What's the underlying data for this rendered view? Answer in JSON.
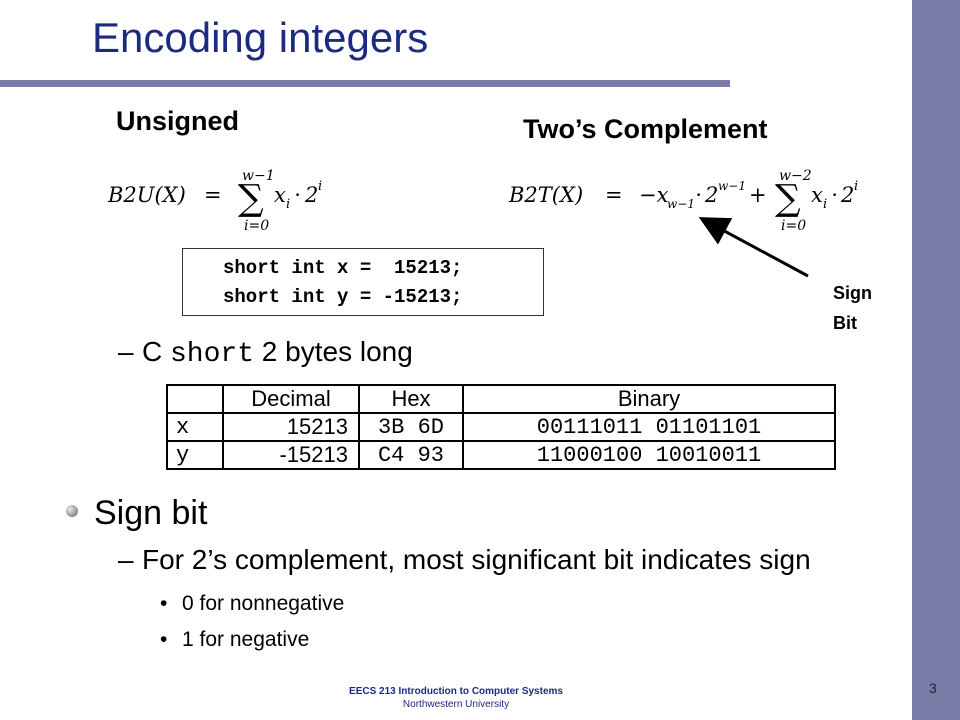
{
  "slide": {
    "title": "Encoding integers",
    "page_number": "3",
    "footer_line1": "EECS 213 Introduction to Computer Systems",
    "footer_line2": "Northwestern University"
  },
  "unsigned": {
    "heading": "Unsigned",
    "formula_lhs": "B2U(X)",
    "sum_upper": "w−1",
    "sum_lower": "i=0",
    "term_x": "x",
    "term_x_sub": "i",
    "term_dot": "⋅",
    "term_two": "2",
    "term_exp": "i"
  },
  "twos_complement": {
    "heading": "Two’s Complement",
    "formula_lhs": "B2T(X)",
    "neg_term": "−x",
    "neg_sub": "w−1",
    "neg_exp": "w−1",
    "sum_upper": "w−2",
    "sum_lower": "i=0",
    "plus": "+",
    "term_x": "x",
    "term_x_sub": "i",
    "term_exp": "i",
    "equals": "=",
    "sum": "∑",
    "dot": "⋅",
    "two": "2"
  },
  "code": {
    "line1": "short int x =  15213;",
    "line2": "short int y = -15213;"
  },
  "sign_label": {
    "line1": "Sign",
    "line2": "Bit"
  },
  "sub_bullet_1": {
    "dash": "–",
    "prefix": "C ",
    "code": "short",
    "suffix": " 2 bytes long"
  },
  "table": {
    "headers": [
      "",
      "Decimal",
      "Hex",
      "Binary"
    ],
    "rows": [
      [
        "x",
        "15213",
        "3B 6D",
        "00111011 01101101"
      ],
      [
        "y",
        "-15213",
        "C4 93",
        "11000100 10010011"
      ]
    ]
  },
  "main_bullet": "Sign bit",
  "sub_bullet_2": {
    "dash": "–",
    "text": "For 2’s complement, most significant bit indicates sign"
  },
  "items": [
    {
      "bullet": "•",
      "text": "0 for nonnegative"
    },
    {
      "bullet": "•",
      "text": "1 for negative"
    }
  ]
}
